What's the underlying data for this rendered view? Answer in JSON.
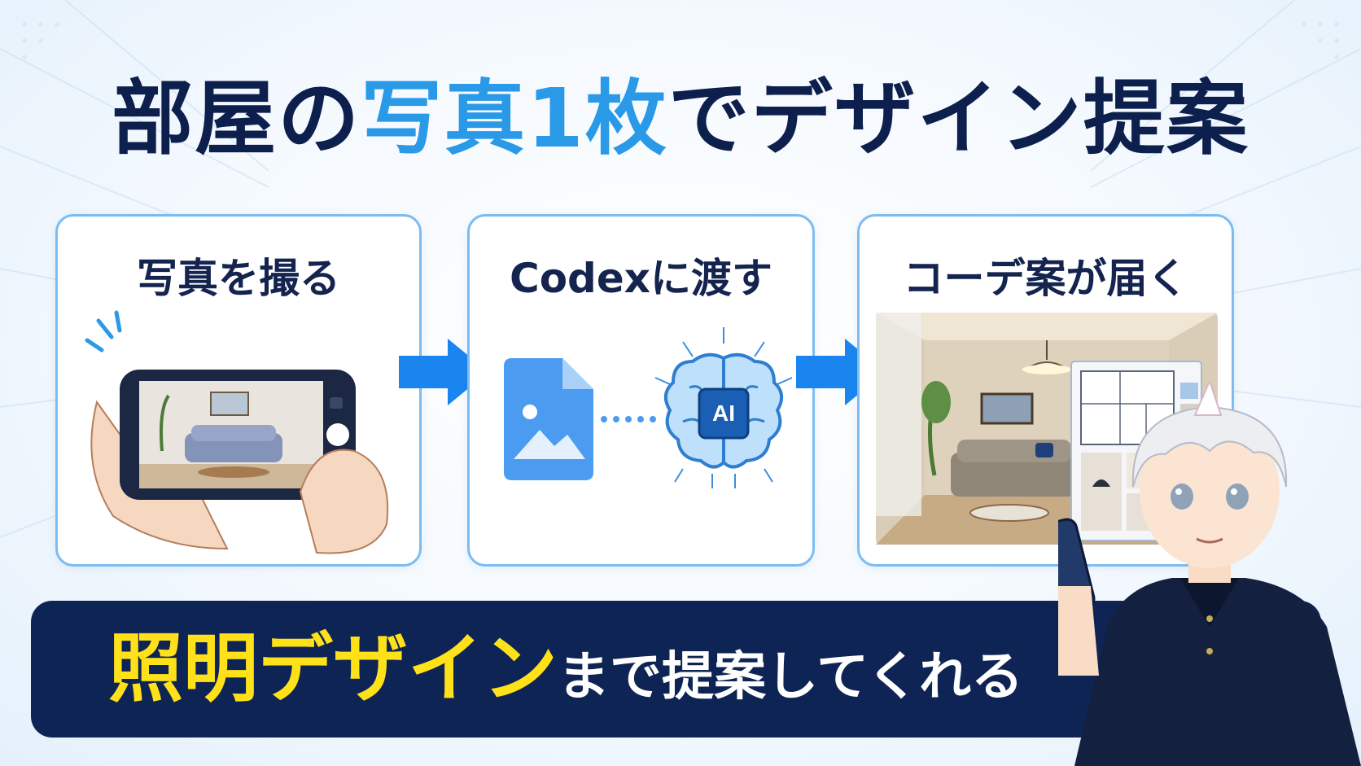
{
  "headline": {
    "part1": "部屋の",
    "accent": "写真1枚",
    "part2": "でデザイン提案"
  },
  "steps": [
    {
      "title": "写真を撮る"
    },
    {
      "title": "Codexに渡す",
      "badge": "AI"
    },
    {
      "title": "コーデ案が届く"
    }
  ],
  "banner": {
    "highlight": "照明デザイン",
    "rest": "まで提案してくれる"
  },
  "colors": {
    "navy": "#0e2455",
    "accent_blue": "#2a9ae8",
    "arrow_blue": "#1a85ee",
    "highlight_yellow": "#ffe11a",
    "card_border": "#7cbcf0"
  },
  "icons": [
    "camera-phone-icon",
    "arrow-right-icon",
    "image-file-icon",
    "ai-brain-icon",
    "room-proposal-illustration"
  ]
}
